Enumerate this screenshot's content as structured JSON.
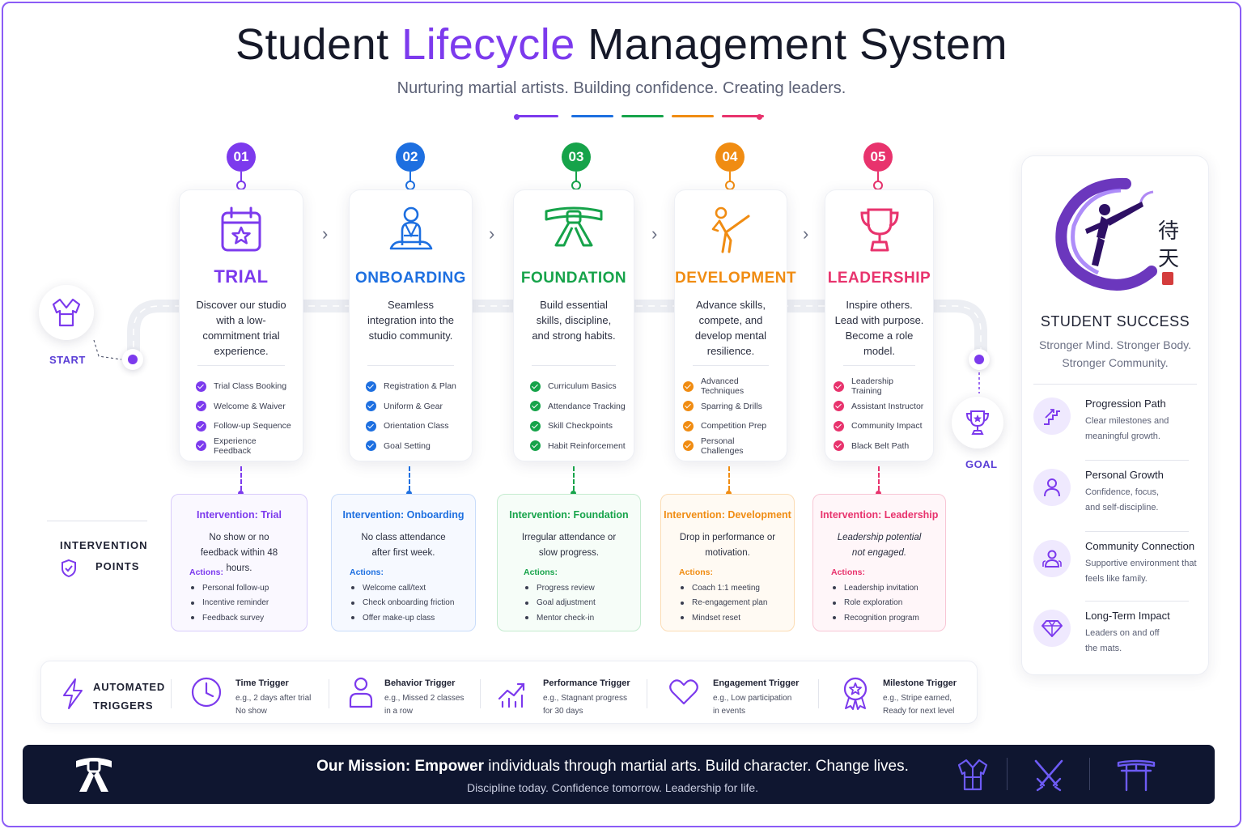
{
  "header": {
    "title_pre": "Student ",
    "title_accent": "Lifecycle",
    "title_post": " Management System",
    "subtitle": "Nurturing martial artists. Building confidence. Creating leaders."
  },
  "colors": {
    "trial": "#7c3aed",
    "onboarding": "#1d6fe0",
    "foundation": "#16a34a",
    "development": "#f08c12",
    "leadership": "#e8336d",
    "navy": "#0f1630"
  },
  "start_label": "START",
  "goal_label": "GOAL",
  "stages": [
    {
      "number": "01",
      "name": "TRIAL",
      "icon": "calendar-star-icon",
      "description": "Discover our studio with a low-commitment trial experience.",
      "items": [
        "Trial Class Booking",
        "Welcome & Waiver",
        "Follow-up Sequence",
        "Experience Feedback"
      ]
    },
    {
      "number": "02",
      "name": "ONBOARDING",
      "icon": "meditating-student-icon",
      "description": "Seamless integration into the studio community.",
      "items": [
        "Registration & Plan",
        "Uniform & Gear",
        "Orientation Class",
        "Goal Setting"
      ]
    },
    {
      "number": "03",
      "name": "FOUNDATION",
      "icon": "belt-icon",
      "description": "Build essential skills, discipline, and strong habits.",
      "items": [
        "Curriculum Basics",
        "Attendance Tracking",
        "Skill Checkpoints",
        "Habit Reinforcement"
      ]
    },
    {
      "number": "04",
      "name": "DEVELOPMENT",
      "icon": "kick-icon",
      "description": "Advance skills, compete, and develop mental resilience.",
      "items": [
        "Advanced Techniques",
        "Sparring & Drills",
        "Competition Prep",
        "Personal Challenges"
      ]
    },
    {
      "number": "05",
      "name": "LEADERSHIP",
      "icon": "trophy-icon",
      "description": "Inspire others. Lead with purpose. Become a role model.",
      "items": [
        "Leadership Training",
        "Assistant Instructor",
        "Community Impact",
        "Black Belt Path"
      ]
    }
  ],
  "intervention_label_line1": "INTERVENTION",
  "intervention_label_line2": "POINTS",
  "interventions": [
    {
      "title": "Intervention: Trial",
      "description": "No show or no feedback within 48 hours.",
      "actions_label": "Actions:",
      "actions": [
        "Personal follow-up",
        "Incentive reminder",
        "Feedback survey"
      ]
    },
    {
      "title": "Intervention: Onboarding",
      "description": "No class attendance after first week.",
      "actions_label": "Actions:",
      "actions": [
        "Welcome call/text",
        "Check onboarding friction",
        "Offer make-up class"
      ]
    },
    {
      "title": "Intervention: Foundation",
      "description": "Irregular attendance or slow progress.",
      "actions_label": "Actions:",
      "actions": [
        "Progress review",
        "Goal adjustment",
        "Mentor check-in"
      ]
    },
    {
      "title": "Intervention: Development",
      "description": "Drop in performance or motivation.",
      "actions_label": "Actions:",
      "actions": [
        "Coach 1:1 meeting",
        "Re-engagement plan",
        "Mindset reset"
      ]
    },
    {
      "title": "Intervention: Leadership",
      "description": "Leadership potential not engaged.",
      "actions_label": "Actions:",
      "actions": [
        "Leadership invitation",
        "Role exploration",
        "Recognition program"
      ]
    }
  ],
  "triggers_label_line1": "AUTOMATED",
  "triggers_label_line2": "TRIGGERS",
  "triggers": [
    {
      "name": "Time Trigger",
      "icon": "clock-icon",
      "line1": "e.g., 2 days after trial",
      "line2": "No show"
    },
    {
      "name": "Behavior Trigger",
      "icon": "person-icon",
      "line1": "e.g., Missed 2 classes",
      "line2": "in a row"
    },
    {
      "name": "Performance Trigger",
      "icon": "trend-chart-icon",
      "line1": "e.g., Stagnant progress",
      "line2": "for 30 days"
    },
    {
      "name": "Engagement Trigger",
      "icon": "heart-icon",
      "line1": "e.g., Low participation",
      "line2": "in events"
    },
    {
      "name": "Milestone Trigger",
      "icon": "award-star-icon",
      "line1": "e.g., Stripe earned,",
      "line2": "Ready for next level"
    }
  ],
  "success": {
    "calligraphy_1": "待",
    "calligraphy_2": "天",
    "title": "STUDENT SUCCESS",
    "subtitle": "Stronger Mind. Stronger Body. Stronger Community.",
    "items": [
      {
        "name": "Progression Path",
        "icon": "stairs-icon",
        "description": "Clear milestones and meaningful growth."
      },
      {
        "name": "Personal Growth",
        "icon": "person-icon",
        "description": "Confidence, focus, and self-discipline."
      },
      {
        "name": "Community Connection",
        "icon": "group-icon",
        "description": "Supportive environment that feels like family."
      },
      {
        "name": "Long-Term Impact",
        "icon": "diamond-icon",
        "description": "Leaders on and off the mats."
      }
    ]
  },
  "mission": {
    "lead": "Our Mission: Empower",
    "rest": " individuals through martial arts. Build character. Change lives.",
    "tagline": "Discipline today. Confidence tomorrow. Leadership for life."
  }
}
